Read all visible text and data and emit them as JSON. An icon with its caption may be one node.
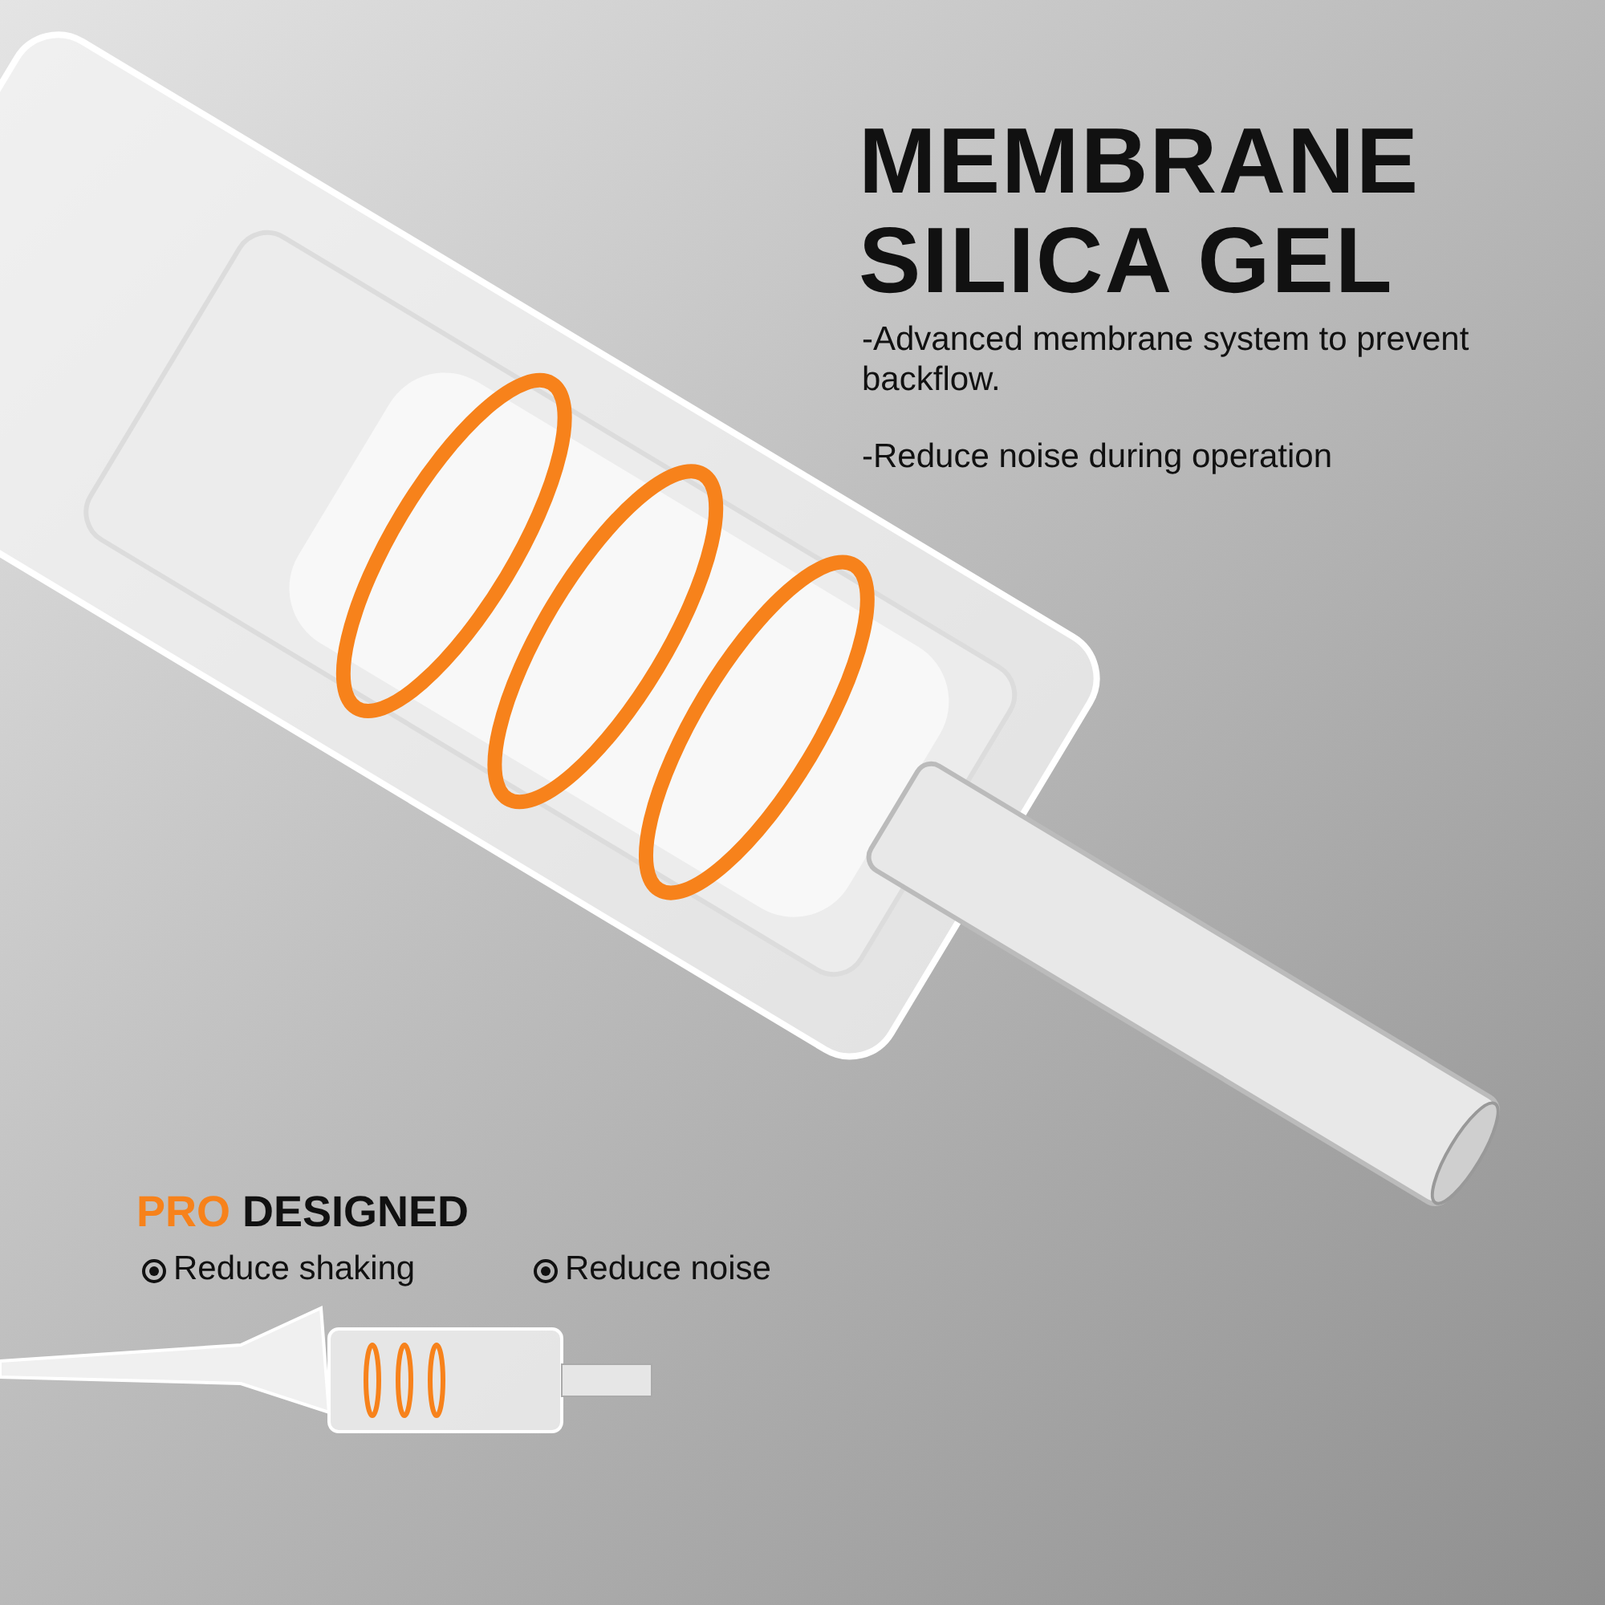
{
  "diagram": {
    "title": "MEMBRANE SILICA GEL",
    "labels": [
      "-Advanced membrane system to prevent backflow.",
      "-Reduce noise during operation",
      "PRO DESIGNED",
      "Reduce shaking",
      "Reduce noise"
    ]
  }
}
